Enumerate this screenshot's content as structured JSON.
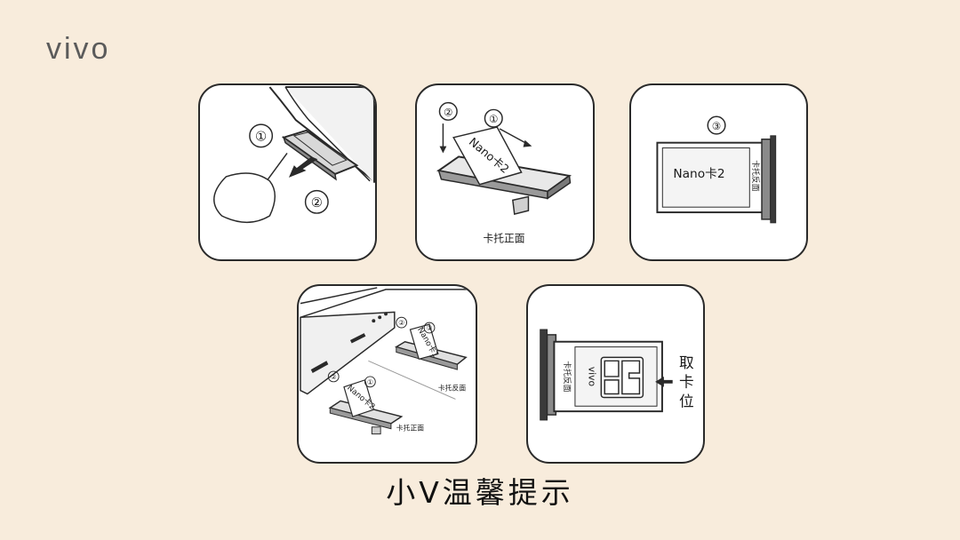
{
  "brand": {
    "logo_text": "vivo"
  },
  "step1": {
    "marker_1": "①",
    "marker_2": "②"
  },
  "step2": {
    "marker_1": "①",
    "marker_2": "②",
    "card_label": "Nano卡2",
    "tray_caption": "卡托正面"
  },
  "step3": {
    "marker_3": "③",
    "card_label": "Nano卡2",
    "tray_edge_text": "卡托反面"
  },
  "step4": {
    "upper_marker_1": "①",
    "upper_marker_2": "②",
    "upper_card_label": "Nano卡1",
    "upper_caption": "卡托反面",
    "lower_marker_1": "①",
    "lower_marker_2": "②",
    "lower_card_label": "Nano卡2",
    "lower_caption": "卡托正面"
  },
  "step5": {
    "tray_logo_text": "vivo",
    "tray_edge_text": "卡托反面",
    "side_label_1": "取",
    "side_label_2": "卡",
    "side_label_3": "位"
  },
  "footer": {
    "caption": "小V温馨提示"
  },
  "colors": {
    "background": "#f8ecdc",
    "panel_fill": "#ffffff",
    "line": "#2a2a2a"
  }
}
